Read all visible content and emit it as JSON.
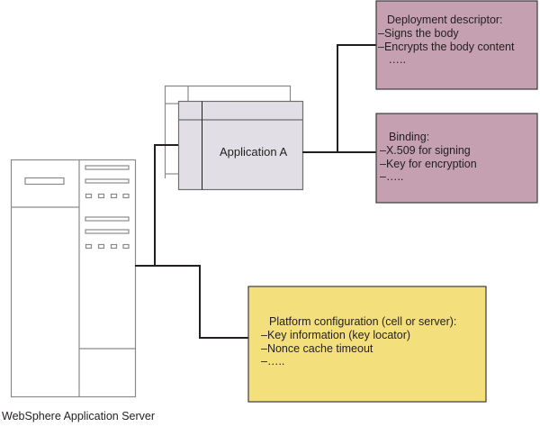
{
  "server": {
    "caption": "WebSphere Application Server"
  },
  "application": {
    "label": "Application A"
  },
  "boxes": {
    "deployment_descriptor": {
      "title": "Deployment descriptor:",
      "lines": [
        "–Signs the body",
        "–Encrypts the body content",
        " ….."
      ],
      "color": "#c4a0b0"
    },
    "binding": {
      "title": "Binding:",
      "lines": [
        "–X.509 for signing",
        "–Key for encryption",
        "–….."
      ],
      "color": "#c4a0b0"
    },
    "platform_configuration": {
      "title": "Platform configuration (cell or server):",
      "lines": [
        "–Key information (key locator)",
        "–Nonce cache timeout",
        "–….."
      ],
      "color": "#f3e07c"
    }
  },
  "colors": {
    "app_fill": "#e1dfe5",
    "line": "#231f20",
    "outline": "#8a8a8a"
  }
}
